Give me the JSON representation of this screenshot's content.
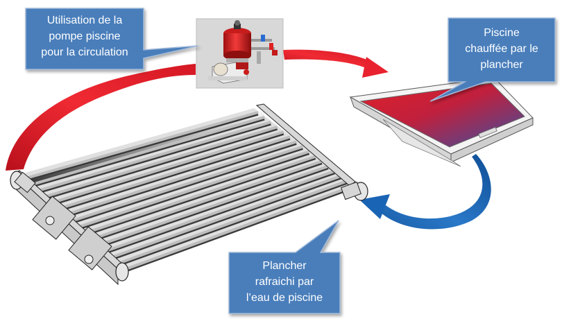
{
  "callouts": {
    "pump": {
      "lines": [
        "Utilisation de la",
        "pompe piscine",
        "pour la circulation"
      ]
    },
    "pool": {
      "lines": [
        "Piscine",
        "chauffée par le",
        "plancher"
      ]
    },
    "floor": {
      "lines": [
        "Plancher",
        "rafraichi par",
        "l’eau de piscine"
      ]
    }
  },
  "colors": {
    "callout_fill": "#4a7ebb",
    "callout_border": "#9fb8d8",
    "arrow_red": "#e8222e",
    "arrow_blue": "#1a64b5",
    "pool_hot": "#e0202a",
    "pool_cool": "#3b4fa0"
  },
  "icons": {
    "pump": "pool-pump-filter-icon",
    "pool": "pool-basin-icon",
    "floor": "heating-floor-panel-icon"
  }
}
